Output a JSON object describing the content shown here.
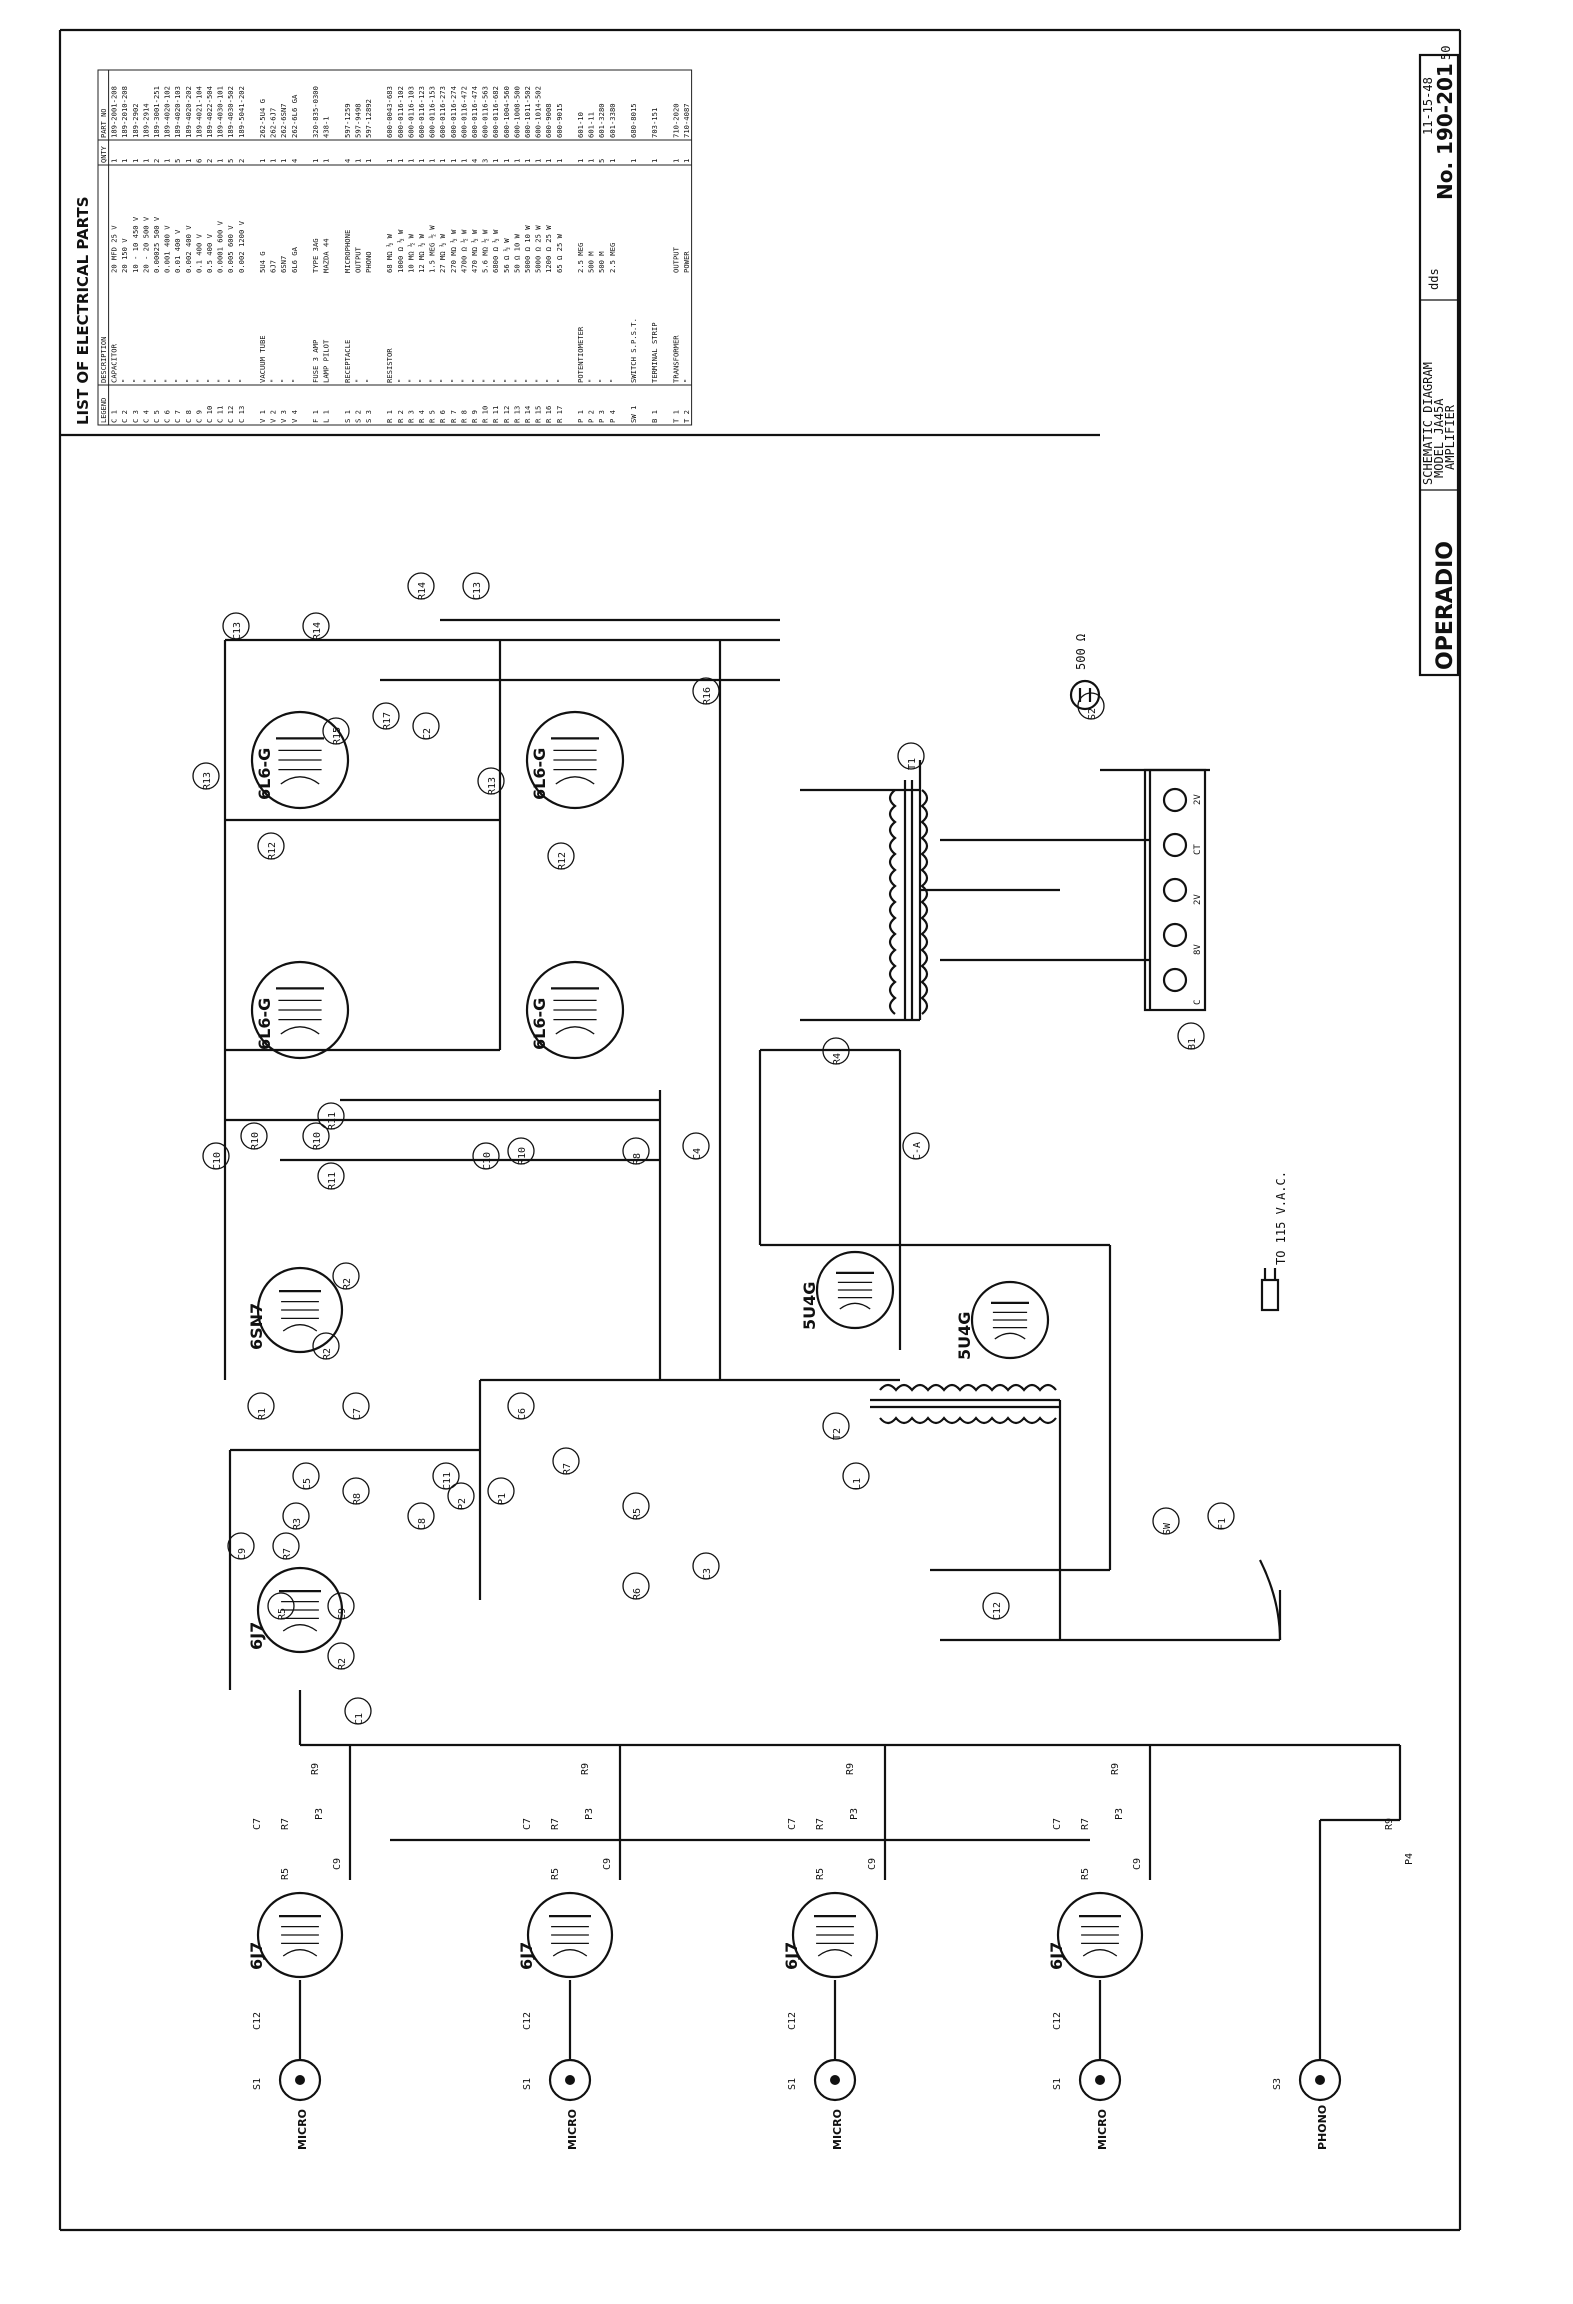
{
  "parts_list": {
    "title": "LIST OF ELECTRICAL PARTS",
    "headers": [
      "LEGEND",
      "DESCRIPTION",
      "",
      "QNTY",
      "PART NO"
    ],
    "rows": [
      [
        "C 1",
        "CAPACITOR",
        "20 MFD 25 V",
        "1",
        "189-2001-208"
      ],
      [
        "C 2",
        "\"",
        "20 150 V",
        "1",
        "189-2010-208"
      ],
      [
        "C 3",
        "\"",
        "10 - 10 450 V",
        "1",
        "189-2902"
      ],
      [
        "C 4",
        "\"",
        "20 - 20 500 V",
        "1",
        "189-2914"
      ],
      [
        "C 5",
        "\"",
        "0.00025 500 V",
        "2",
        "189-3001-251"
      ],
      [
        "C 6",
        "\"",
        "0.001 400 V",
        "1",
        "189-4020-102"
      ],
      [
        "C 7",
        "\"",
        "0.01 400 V",
        "5",
        "189-4020-103"
      ],
      [
        "C 8",
        "\"",
        "0.002 400 V",
        "1",
        "189-4020-202"
      ],
      [
        "C 9",
        "\"",
        "0.1 400 V",
        "6",
        "189-4021-104"
      ],
      [
        "C 10",
        "\"",
        "0.5 400 V",
        "2",
        "189-4022-504"
      ],
      [
        "C 11",
        "\"",
        "0.0001 600 V",
        "1",
        "189-4030-101"
      ],
      [
        "C 12",
        "\"",
        "0.005 600 V",
        "5",
        "189-4030-502"
      ],
      [
        "C 13",
        "\"",
        "0.002 1200 V",
        "2",
        "189-5041-202"
      ],
      [
        "",
        "",
        "",
        "",
        ""
      ],
      [
        "V 1",
        "VACUUM TUBE",
        "5U4 G",
        "1",
        "262-5U4 G"
      ],
      [
        "V 2",
        "\"",
        "6J7",
        "1",
        "262-6J7"
      ],
      [
        "V 3",
        "\"",
        "6SN7",
        "1",
        "262-6SN7"
      ],
      [
        "V 4",
        "\"",
        "6L6 GA",
        "4",
        "262-6L6 GA"
      ],
      [
        "",
        "",
        "",
        "",
        ""
      ],
      [
        "F 1",
        "FUSE 3 AMP",
        "TYPE 3AG",
        "1",
        "320-835-0300"
      ],
      [
        "L 1",
        "LAMP PILOT",
        "MAZDA 44",
        "1",
        "438-1"
      ],
      [
        "",
        "",
        "",
        "",
        ""
      ],
      [
        "S 1",
        "RECEPTACLE",
        "MICROPHONE",
        "4",
        "597-1259"
      ],
      [
        "S 2",
        "\"",
        "OUTPUT",
        "1",
        "597-9498"
      ],
      [
        "S 3",
        "\"",
        "PHONO",
        "1",
        "597-12892"
      ],
      [
        "",
        "",
        "",
        "",
        ""
      ],
      [
        "R 1",
        "RESISTOR",
        "68 MΩ ½ W",
        "1",
        "600-0043-683"
      ],
      [
        "R 2",
        "\"",
        "1000 Ω ½ W",
        "1",
        "600-0116-102"
      ],
      [
        "R 3",
        "\"",
        "10 MΩ ½ W",
        "1",
        "600-0116-103"
      ],
      [
        "R 4",
        "\"",
        "12 MΩ ½ W",
        "1",
        "600-0116-123"
      ],
      [
        "R 5",
        "\"",
        "1.5 MEG ½ W",
        "1",
        "600-0116-153"
      ],
      [
        "R 6",
        "\"",
        "27 MΩ ½ W",
        "1",
        "600-0116-273"
      ],
      [
        "R 7",
        "\"",
        "270 MΩ ½ W",
        "1",
        "600-0116-274"
      ],
      [
        "R 8",
        "\"",
        "4700 Ω ½ W",
        "1",
        "600-0116-472"
      ],
      [
        "R 9",
        "\"",
        "470 MΩ ½ W",
        "4",
        "600-0116-474"
      ],
      [
        "R 10",
        "\"",
        "5.6 MΩ ½ W",
        "3",
        "600-0116-563"
      ],
      [
        "R 11",
        "\"",
        "6800 Ω ½ W",
        "1",
        "600-0116-682"
      ],
      [
        "R 12",
        "\"",
        "56 Ω ½ W",
        "1",
        "600-1004-560"
      ],
      [
        "R 13",
        "\"",
        "50 Ω 10 W",
        "1",
        "600-1008-500"
      ],
      [
        "R 14",
        "\"",
        "5000 Ω 10 W",
        "1",
        "600-1011-502"
      ],
      [
        "R 15",
        "\"",
        "5000 Ω 25 W",
        "1",
        "600-1014-502"
      ],
      [
        "R 16",
        "\"",
        "1200 Ω 25 W",
        "1",
        "600-9008"
      ],
      [
        "R 17",
        "\"",
        "65 Ω 25 W",
        "1",
        "600-9015"
      ],
      [
        "",
        "",
        "",
        "",
        ""
      ],
      [
        "P 1",
        "POTENTIOMETER",
        "2.5 MEG",
        "1",
        "601-10"
      ],
      [
        "P 2",
        "\"",
        "500 M",
        "1",
        "601-11"
      ],
      [
        "P 3",
        "\"",
        "500 M",
        "5",
        "601-3280"
      ],
      [
        "P 4",
        "\"",
        "2.5 MEG",
        "1",
        "601-3380"
      ],
      [
        "",
        "",
        "",
        "",
        ""
      ],
      [
        "SW 1",
        "SWITCH S.P.S.T.",
        "",
        "1",
        "680-8015"
      ],
      [
        "",
        "",
        "",
        "",
        ""
      ],
      [
        "B 1",
        "TERMINAL STRIP",
        "",
        "1",
        "703-151"
      ],
      [
        "",
        "",
        "",
        "",
        ""
      ],
      [
        "T 1",
        "TRANSFORMER",
        "OUTPUT",
        "1",
        "710-2020"
      ],
      [
        "T 2",
        "\"",
        "POWER",
        "1",
        "710-4087"
      ]
    ]
  },
  "title_block": {
    "company": "OPERADIO",
    "doc_title_1": "SCHEMATIC DIAGRAM",
    "doc_title_2": "MODEL JA45A",
    "doc_title_3": "AMPLIFIER",
    "date": "11-15-48",
    "drawn_by": "dds",
    "drawing_no": "No. 190-201",
    "sheet": "50"
  },
  "schematic": {
    "tubes": {
      "v_6l6_a": "6L6-G",
      "v_6l6_b": "6L6-G",
      "v_6l6_c": "6L6-G",
      "v_6l6_d": "6L6-G",
      "v_6sn7": "6SN7",
      "v_6j7_main": "6J7",
      "v_6j7_m1": "6J7",
      "v_6j7_m2": "6J7",
      "v_6j7_m3": "6J7",
      "v_6j7_m4": "6J7",
      "v_5u4_a": "5U4G",
      "v_5u4_b": "5U4G"
    },
    "labels": {
      "r14": "R14",
      "c13_top": "C13",
      "c13_left": "C13",
      "r14_left": "R14",
      "r13a": "R13",
      "r13b": "R13",
      "r12a": "R12",
      "r12b": "R12",
      "r15": "R15",
      "r17": "R17",
      "c2": "C2",
      "r16": "R16",
      "c10a": "C10",
      "c10b": "C10",
      "r10a": "R10",
      "r10b": "R10",
      "r11a": "R11",
      "r11b": "R11",
      "r10c": "R10",
      "r8": "R8",
      "c4": "C4",
      "r2a": "R2",
      "r2b": "R2",
      "r1": "R1",
      "c7a": "C7",
      "c6": "C6",
      "c5": "C5",
      "c11": "C11",
      "r8b": "R8",
      "c8": "C8",
      "p2": "P2",
      "p1": "P1",
      "r7a": "R7",
      "r3": "R3",
      "r5": "R5",
      "r6": "R6",
      "c3": "C3",
      "c9a": "C9",
      "r7b": "R7",
      "r5b": "R5",
      "c9b": "C9",
      "r2c": "R2",
      "c1": "C1",
      "r4": "R4",
      "t1": "T1",
      "s2": "S2",
      "s2_val": "500 Ω",
      "b1": "B1",
      "c_ac": "C-A",
      "t2": "T2",
      "l1": "L1",
      "sw": "SW",
      "f1": "F1",
      "c12": "C12",
      "ac": "TO 115 V.A.C.",
      "m_r9": "R9",
      "m_c7": "C7",
      "m_r7": "R7",
      "m_p3": "P3",
      "m_r5": "R5",
      "m_c9": "C9",
      "m_s1": "S1",
      "m_c12": "C12",
      "micro": "MICRO",
      "phono": "PHONO",
      "s3": "S3",
      "r9_ph": "R9",
      "p4": "P4",
      "term_1": "C",
      "term_2": "8V",
      "term_3": "2V",
      "term_4": "CT",
      "term_5": "2V"
    }
  }
}
